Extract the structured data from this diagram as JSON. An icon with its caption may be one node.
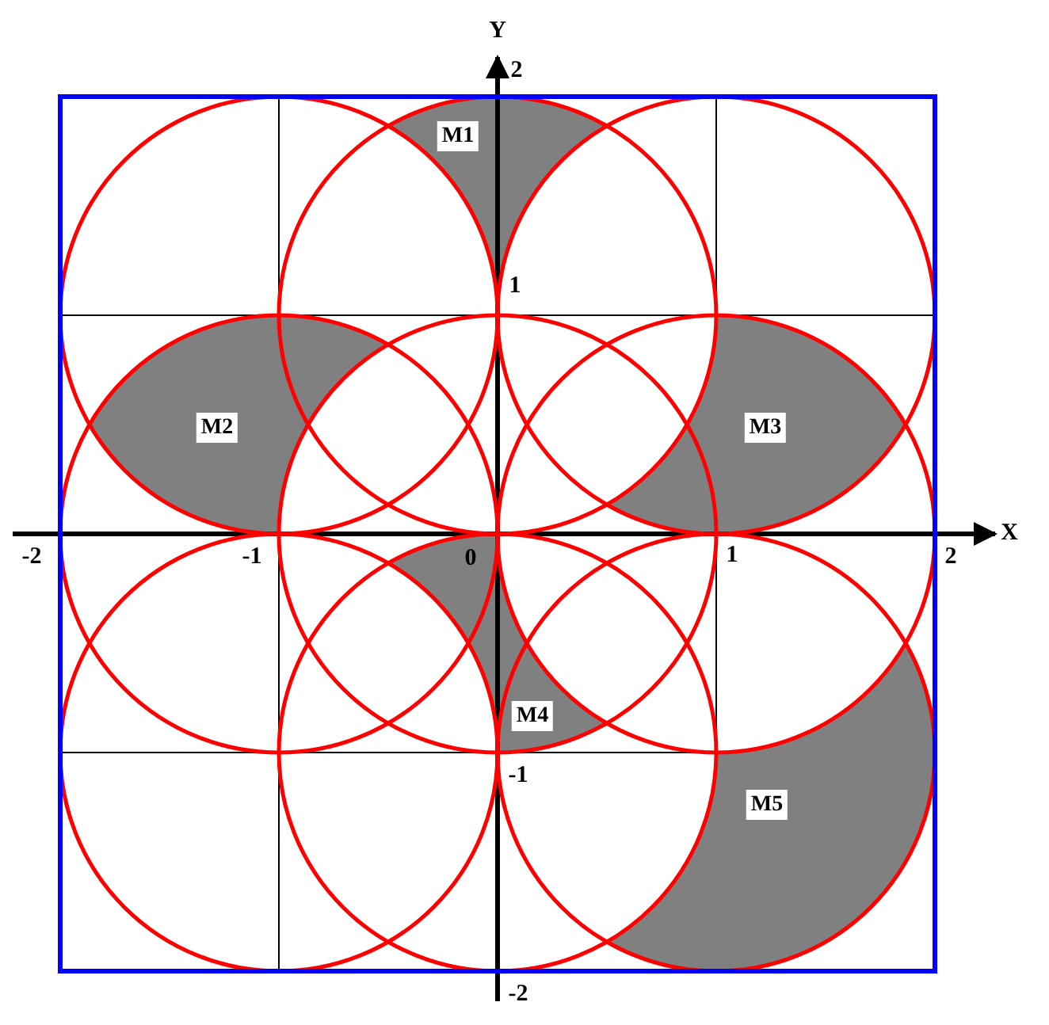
{
  "diagram": {
    "labels": [
      "Y",
      "2",
      "M1",
      "1",
      "M2",
      "M3",
      "X",
      "-2",
      "-1",
      "0",
      "1",
      "2",
      "M4",
      "-1",
      "M5",
      "-2"
    ]
  }
}
